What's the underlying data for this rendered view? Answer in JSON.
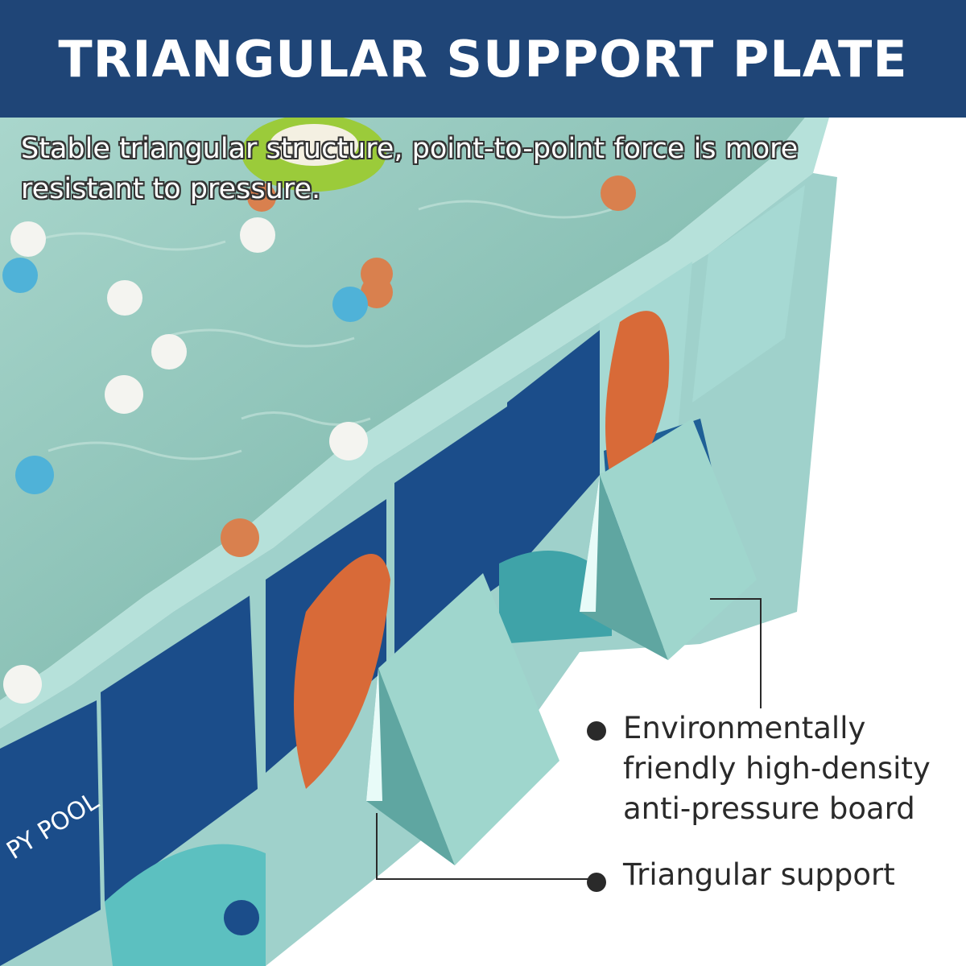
{
  "banner": {
    "title": "TRIANGULAR SUPPORT PLATE",
    "color": "#1f4577"
  },
  "caption": "Stable triangular structure, point-to-point force is more resistant to pressure.",
  "pool_print": "PY POOL",
  "callouts": [
    {
      "text_lines": [
        "Environmentally",
        "friendly high-density",
        "anti-pressure board"
      ]
    },
    {
      "text": "Triangular support"
    }
  ],
  "colors": {
    "water": "#7fbdb0",
    "panel_navy": "#1b4d8a",
    "panel_mint": "#a6d9d3",
    "accent_orange": "#d86a38"
  }
}
